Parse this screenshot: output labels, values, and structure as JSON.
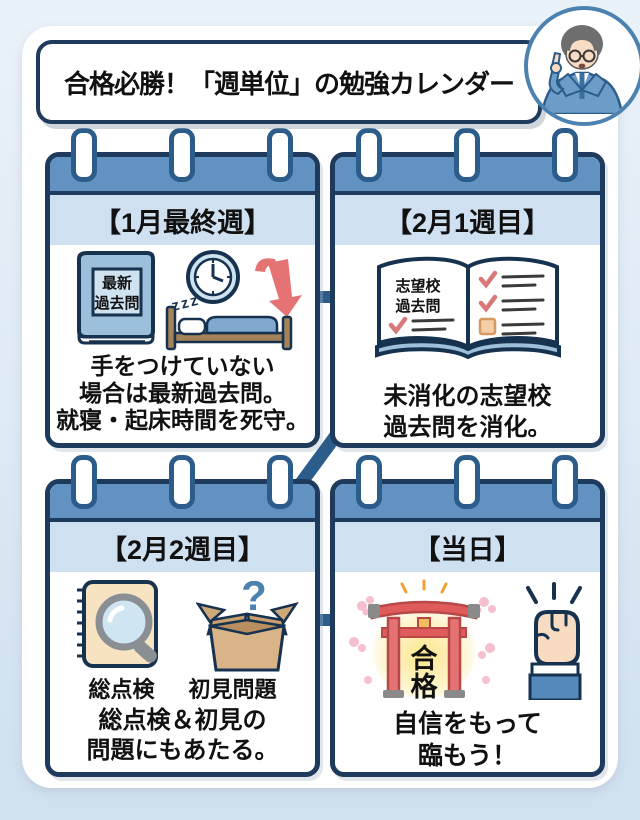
{
  "header": {
    "title": "合格必勝！「週単位」の勉強カレンダー"
  },
  "cards": [
    {
      "week": "【1月最終週】",
      "book_label": [
        "最新",
        "過去問"
      ],
      "zzz": "zzz",
      "text": [
        "手をつけていない",
        "場合は最新過去問。",
        "就寝・起床時間を死守。"
      ]
    },
    {
      "week": "【2月1週目】",
      "book_label": [
        "志望校",
        "過去問"
      ],
      "text": [
        "未消化の志望校",
        "過去問を消化。"
      ]
    },
    {
      "week": "【2月2週目】",
      "icon_labels": [
        "総点検",
        "初見問題"
      ],
      "question_mark": "?",
      "text": [
        "総点検＆初見の",
        "問題にもあたる。"
      ]
    },
    {
      "week": "【当日】",
      "torii_label": [
        "合",
        "格"
      ],
      "text": [
        "自信をもって",
        "臨もう！"
      ]
    }
  ],
  "colors": {
    "navy": "#1e3a5c",
    "band_blue": "#6192c2",
    "strip_blue": "#cfe1f1",
    "ring_blue": "#2b5c8a",
    "background_blue": "#dde9f4",
    "torii_red": "#e05c5c",
    "arrow_salmon": "#e57373",
    "check_red": "#d87878"
  }
}
